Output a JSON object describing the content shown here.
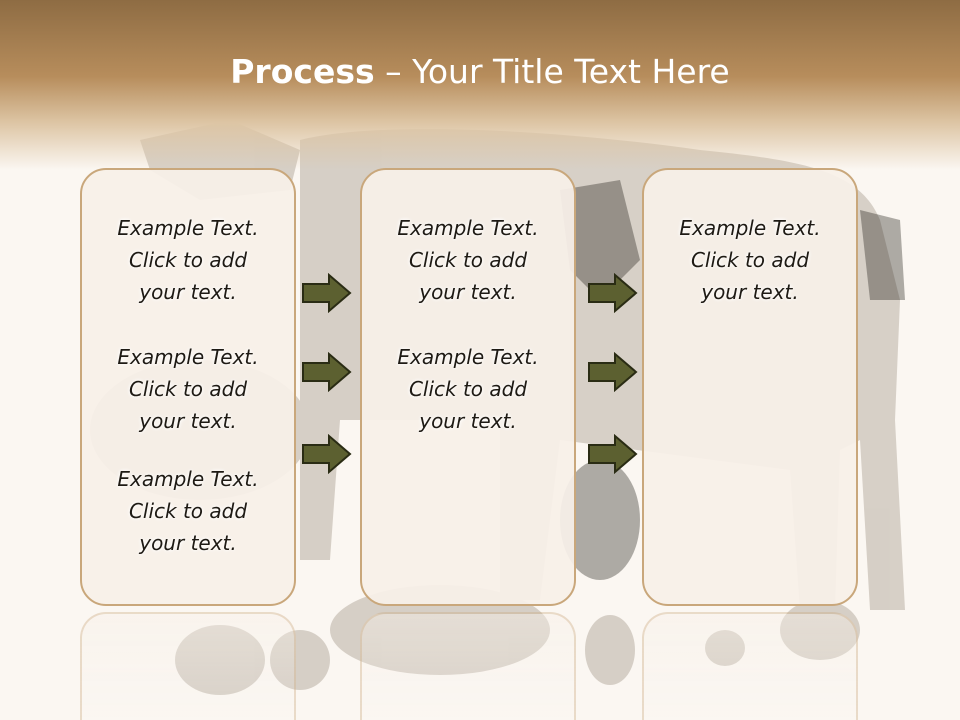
{
  "slide": {
    "title_bold": "Process",
    "title_rest": " – Your Title Text Here"
  },
  "columns": [
    {
      "items": [
        {
          "line1": "Example Text.",
          "line2": "Click  to add",
          "line3": "your text."
        },
        {
          "line1": "Example Text.",
          "line2": "Click  to add",
          "line3": "your text."
        },
        {
          "line1": "Example Text.",
          "line2": "Click  to add",
          "line3": "your text."
        }
      ]
    },
    {
      "items": [
        {
          "line1": "Example Text.",
          "line2": "Click  to add",
          "line3": "your text."
        },
        {
          "line1": "Example Text.",
          "line2": "Click  to add",
          "line3": "your text."
        }
      ]
    },
    {
      "items": [
        {
          "line1": "Example Text.",
          "line2": "Click  to add",
          "line3": "your text."
        }
      ]
    }
  ],
  "arrows": {
    "icon": "right-arrow-icon",
    "fill": "#5c6030",
    "stroke": "#2a2c14"
  },
  "colors": {
    "header": "#8e6c43",
    "card_border": "#c9a77b",
    "card_fill": "#f7f0e8"
  }
}
